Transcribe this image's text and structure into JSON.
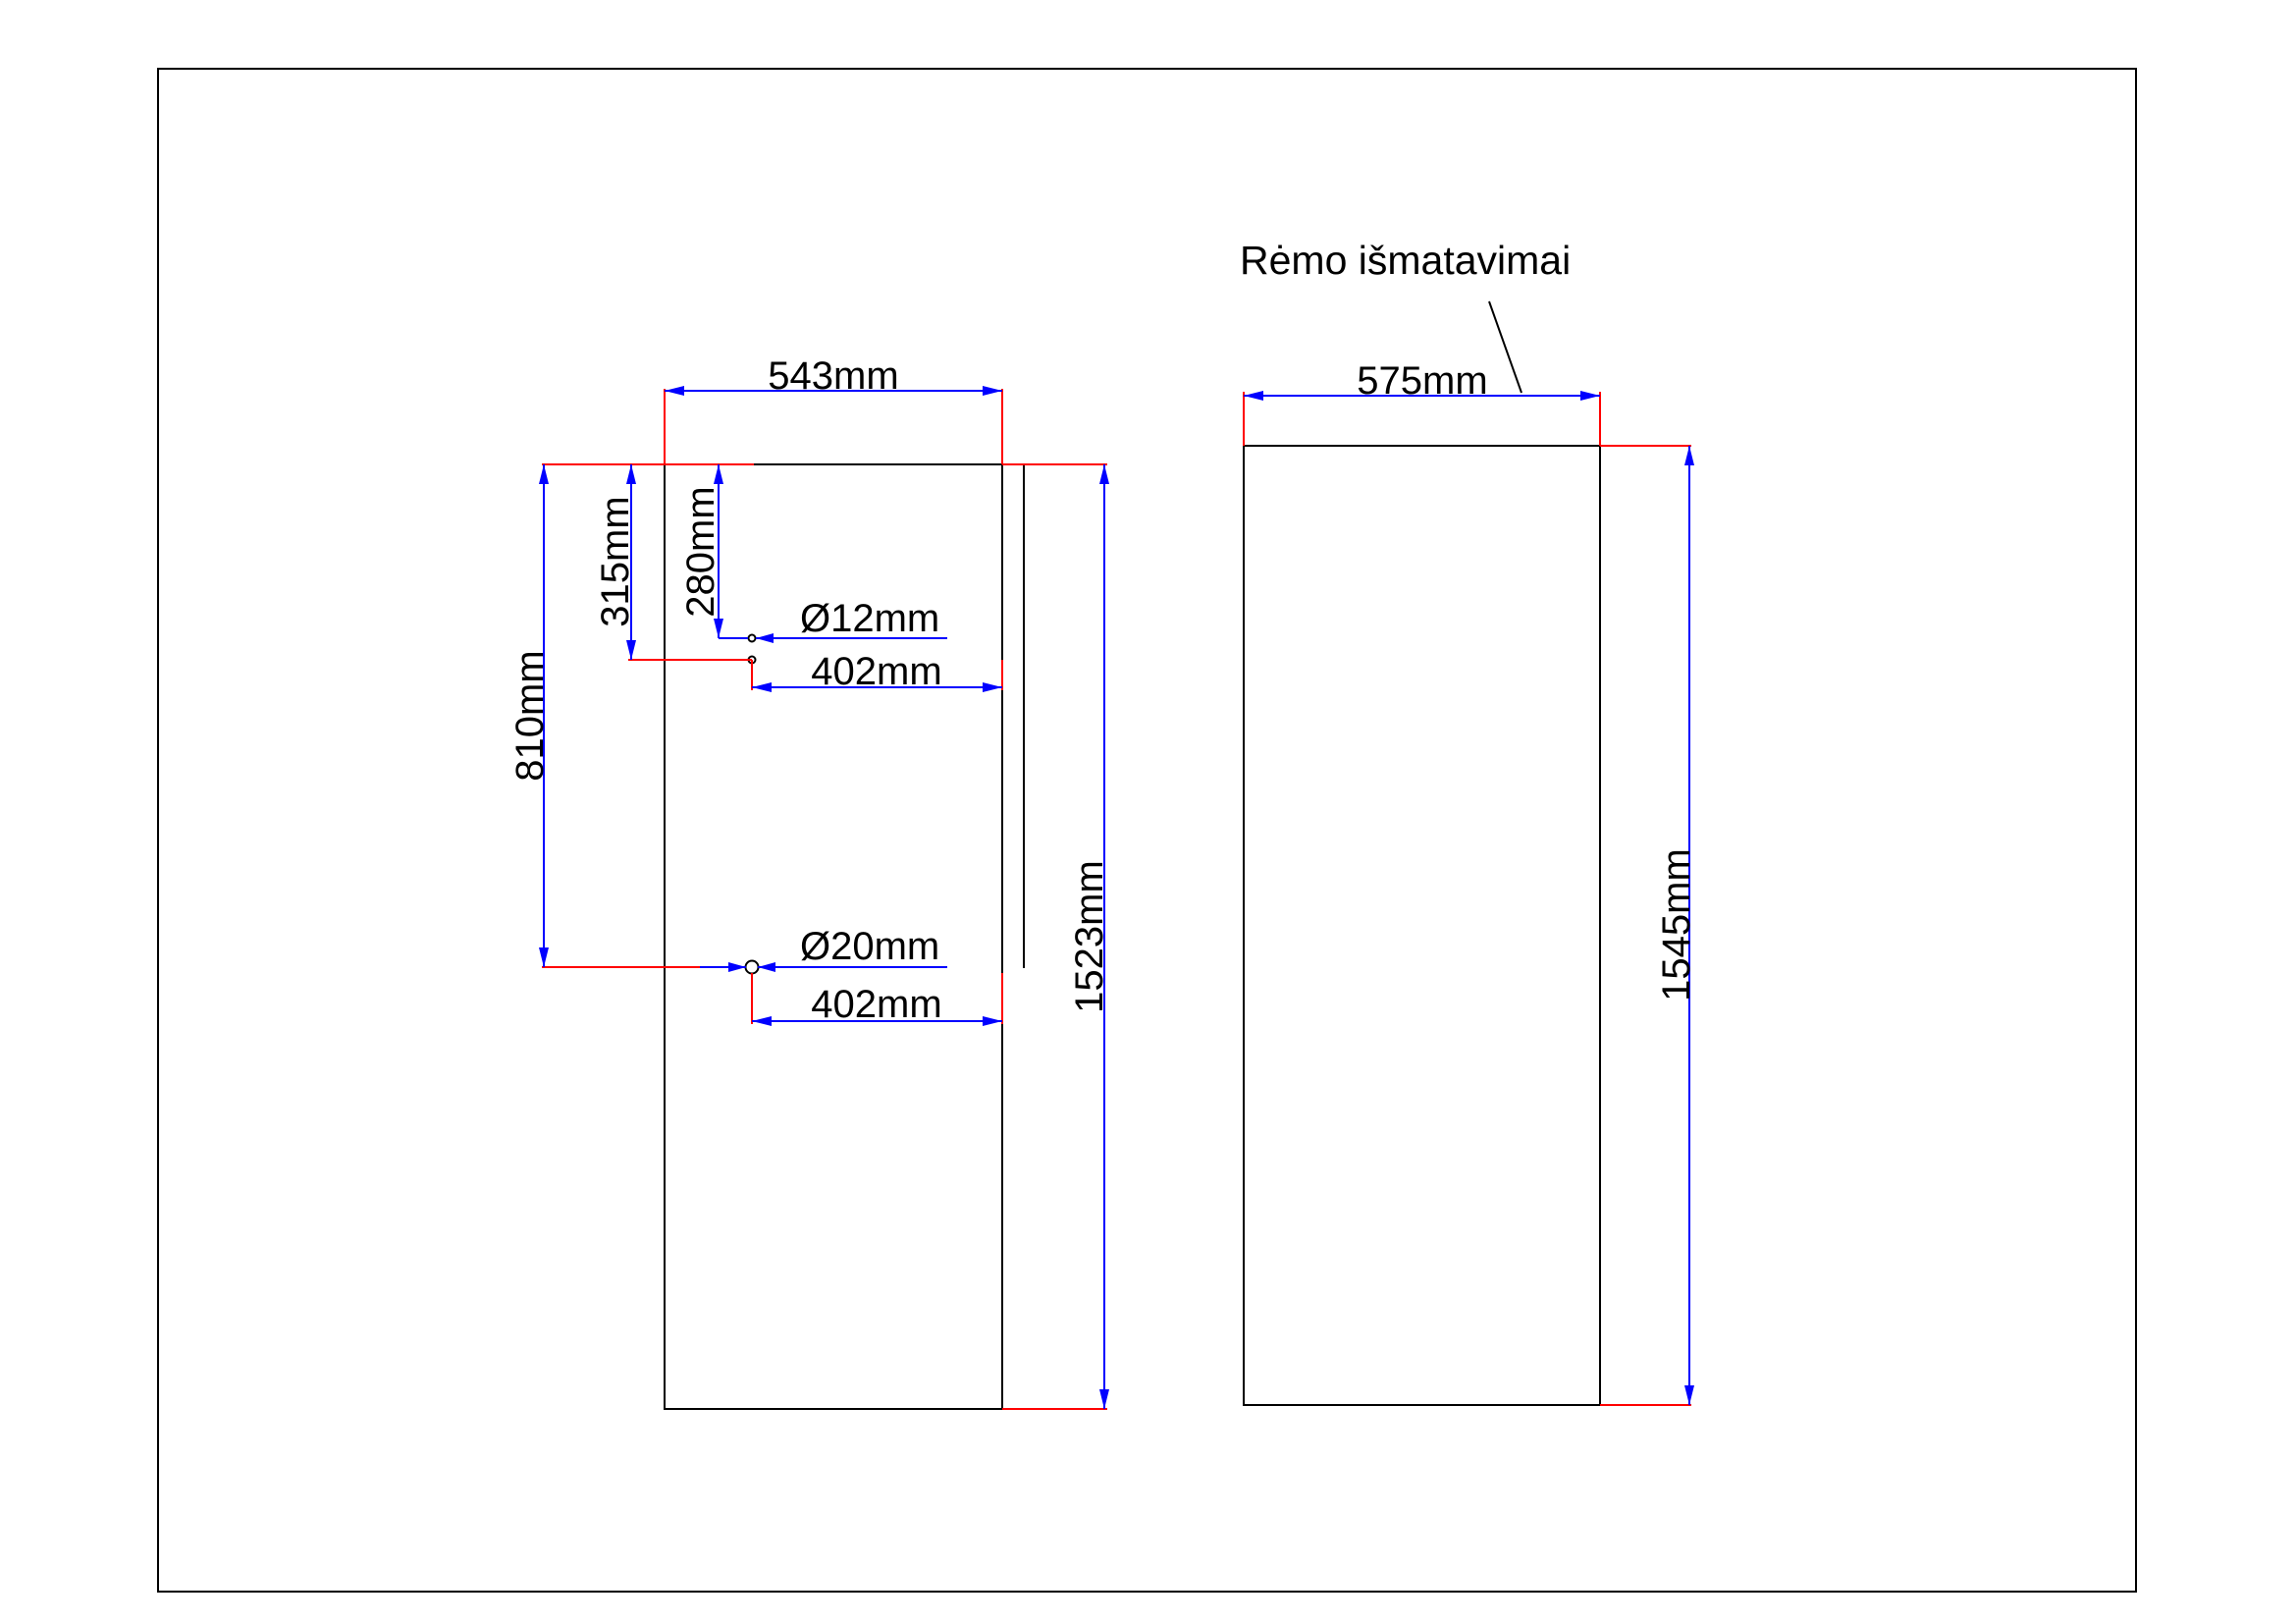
{
  "left_view": {
    "width": "543mm",
    "height": "1523mm",
    "hole1_from_top": "280mm",
    "hole2_from_top": "315mm",
    "hole3_from_top": "810mm",
    "hole1_diameter": "Ø12mm",
    "hole2_offset": "402mm",
    "hole3_diameter": "Ø20mm",
    "hole3_offset": "402mm"
  },
  "right_view": {
    "note": "Rėmo išmatavimai",
    "width": "575mm",
    "height": "1545mm"
  }
}
